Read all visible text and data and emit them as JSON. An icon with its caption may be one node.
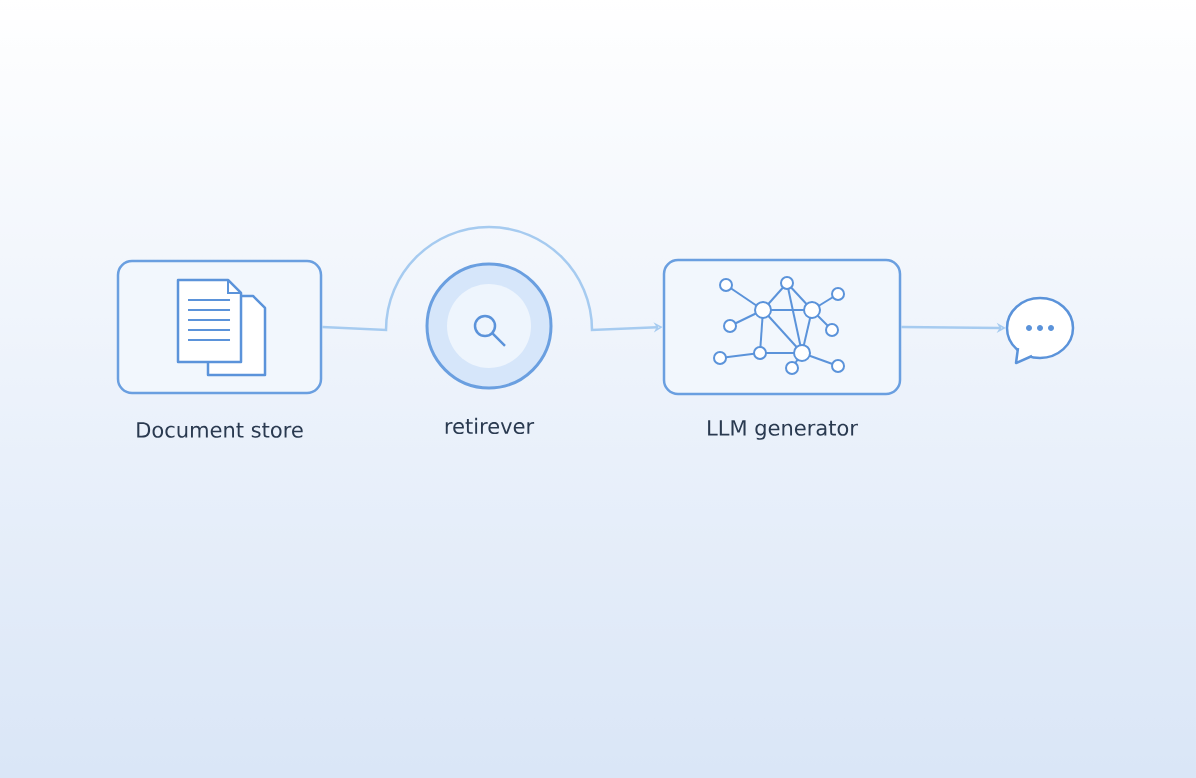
{
  "diagram": {
    "nodes": [
      {
        "text": [
          "Document store"
        ]
      },
      {
        "text": [
          "retirever"
        ]
      },
      {
        "text": [
          "LLM generator"
        ]
      },
      {
        "text": [],
        "shape": "bubble"
      }
    ],
    "edges": [
      {
        "from": 0,
        "to": 2,
        "arrow": "to"
      },
      {
        "from": 2,
        "to": 3,
        "arrow": "to"
      }
    ]
  }
}
